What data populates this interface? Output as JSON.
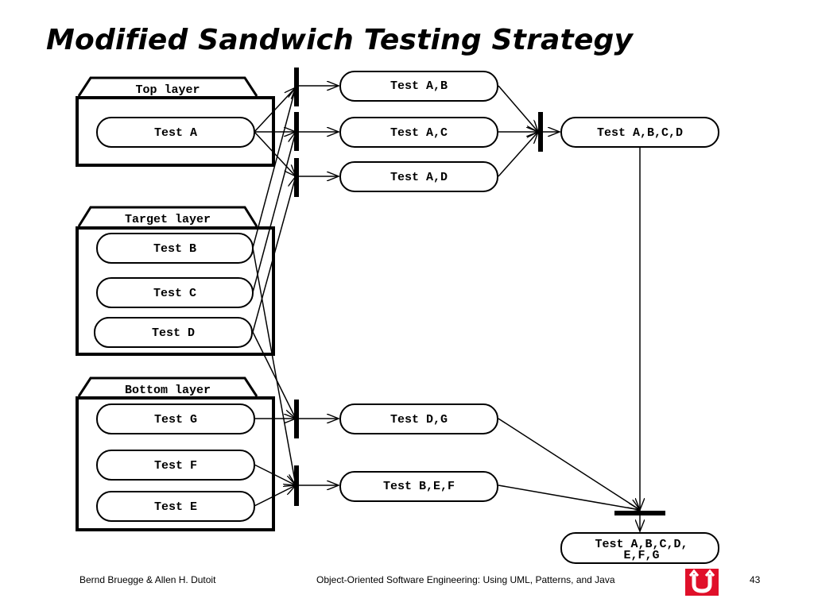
{
  "slide": {
    "title": "Modified Sandwich Testing Strategy"
  },
  "layers": {
    "top": "Top layer",
    "target": "Target layer",
    "bottom": "Bottom layer"
  },
  "tests": {
    "a": "Test A",
    "b": "Test B",
    "c": "Test C",
    "d": "Test D",
    "g": "Test G",
    "f": "Test F",
    "e": "Test E",
    "ab": "Test A,B",
    "ac": "Test A,C",
    "ad": "Test A,D",
    "abcd": "Test A,B,C,D",
    "dg": "Test D,G",
    "bef": "Test B,E,F",
    "final_line1": "Test A,B,C,D,",
    "final_line2": "E,F,G"
  },
  "footer": {
    "authors": "Bernd Bruegge & Allen H. Dutoit",
    "book": "Object-Oriented Software Engineering: Using UML, Patterns, and Java",
    "page": "43"
  },
  "colors": {
    "logo": "#e0102a"
  }
}
